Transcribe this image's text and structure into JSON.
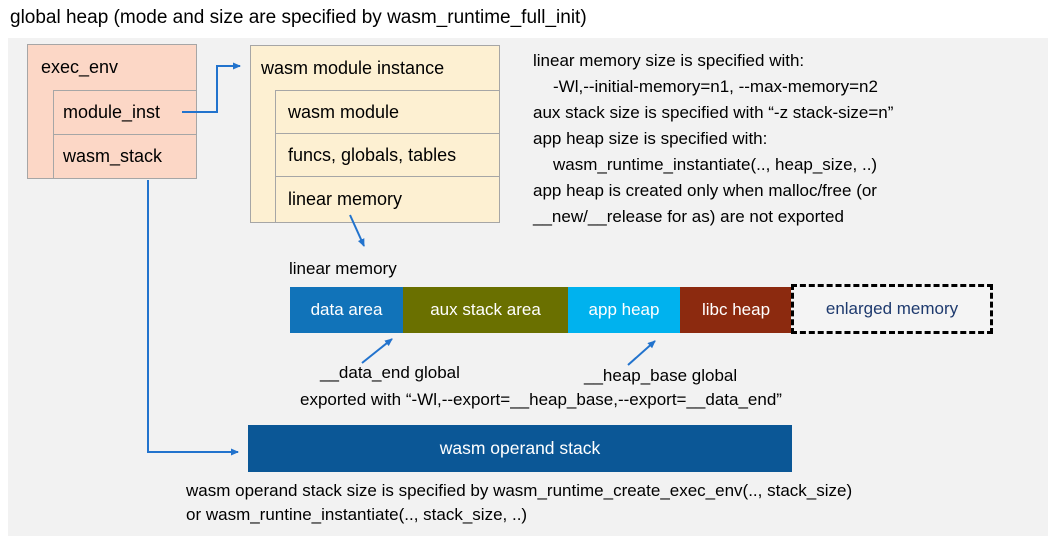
{
  "title": "global heap (mode and size are specified by wasm_runtime_full_init)",
  "colors": {
    "panel_bg": "#f2f2f2",
    "peach_box": "#fcd7c6",
    "cream_box": "#fdf0d2",
    "box_border": "#a6a6a6",
    "arrow_blue": "#2273cd",
    "data_area": "#1173b9",
    "aux_stack_area": "#6a7000",
    "app_heap": "#00b2ee",
    "libc_heap": "#8c2a0f",
    "operand_stack": "#0b5796",
    "enlarged_memory_text": "#1e3a6e"
  },
  "exec_env": {
    "header": "exec_env",
    "rows": [
      "module_inst",
      "wasm_stack"
    ]
  },
  "module_instance": {
    "header": "wasm module instance",
    "rows": [
      "wasm module",
      "funcs, globals, tables",
      "linear memory"
    ]
  },
  "notes": {
    "lines": [
      "linear memory size is specified with:",
      "-Wl,--initial-memory=n1, --max-memory=n2",
      "aux stack size is specified with “-z stack-size=n”",
      "app heap size is specified with:",
      "wasm_runtime_instantiate(.., heap_size, ..)",
      "app heap is created only when malloc/free (or",
      "__new/__release for as) are not exported"
    ]
  },
  "linear_memory": {
    "label": "linear memory",
    "segments": [
      "data area",
      "aux stack area",
      "app heap",
      "libc heap",
      "enlarged memory"
    ]
  },
  "annotations": {
    "data_end": "__data_end global",
    "heap_base": "__heap_base global",
    "exported": "exported with “-Wl,--export=__heap_base,--export=__data_end”"
  },
  "operand_stack_label": "wasm operand stack",
  "footer_lines": [
    "wasm operand stack size is specified by wasm_runtime_create_exec_env(.., stack_size)",
    "or wasm_runtine_instantiate(.., stack_size, ..)"
  ]
}
